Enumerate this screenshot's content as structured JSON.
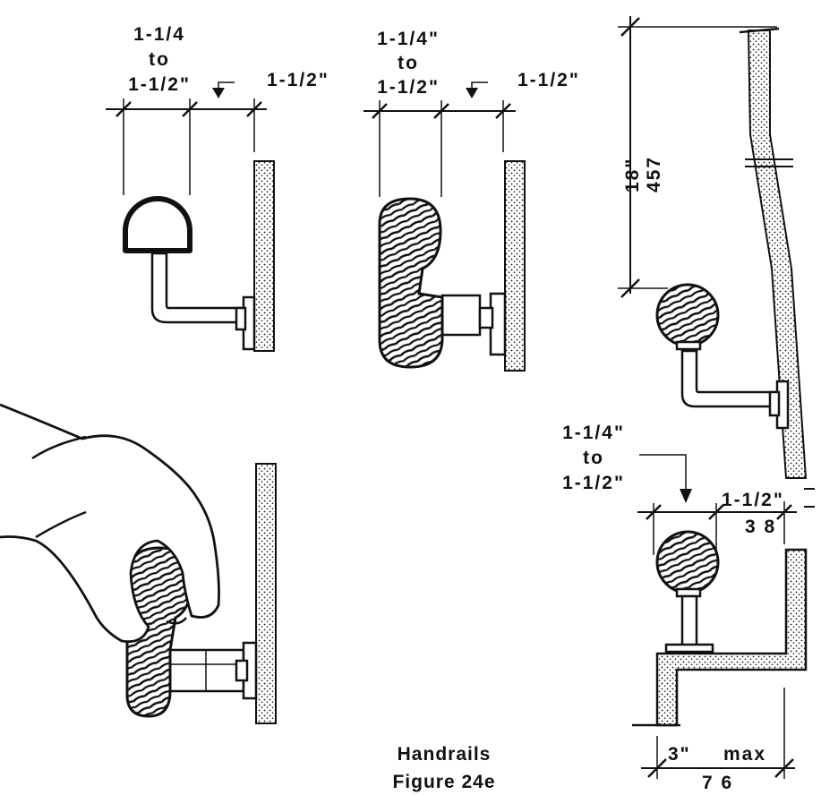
{
  "caption": {
    "title": "Handrails",
    "figure": "Figure  24e"
  },
  "detail_round_rail": {
    "width_top": "1-1/4",
    "width_to": "to",
    "width_bottom": "1-1/2\"",
    "clearance": "1-1/2\""
  },
  "detail_oval_rail": {
    "width_top": "1-1/4\"",
    "width_to": "to",
    "width_bottom": "1-1/2\"",
    "clearance": "1-1/2\""
  },
  "detail_recess": {
    "height_in": "18\"",
    "height_mm": "457",
    "width_top": "1-1/4\"",
    "width_to": "to",
    "width_bottom": "1-1/2\"",
    "clearance_in": "1-1/2\"",
    "clearance_mm": "3 8",
    "depth_in": "3\"",
    "depth_max": "max",
    "depth_mm": "7 6"
  },
  "colors": {
    "ink": "#111111",
    "paper": "#ffffff"
  }
}
